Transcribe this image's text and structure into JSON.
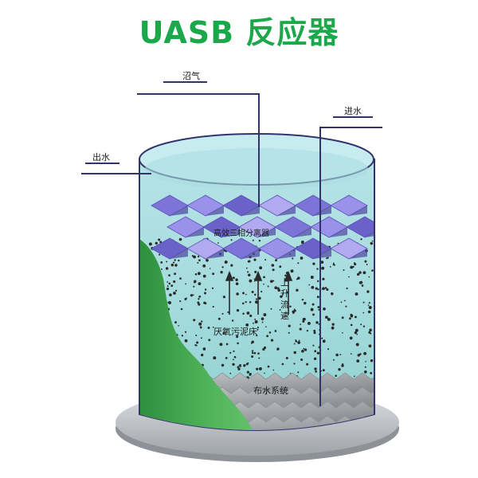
{
  "title": "UASB 反应器",
  "labels": {
    "biogas": "沼气",
    "outlet": "出水",
    "inlet": "进水",
    "separator": "高效三相分离器",
    "upflow": "上升流速",
    "sludge_bed": "厌氧污泥床",
    "distribution": "布水系统"
  },
  "colors": {
    "title": "#1aa84a",
    "water": "#8fd3d6",
    "tank_top": "#b9e6ea",
    "separator": "#8a7fe0",
    "hill": "#3aa04a",
    "base": "#c9ccd2",
    "line": "#33336a"
  }
}
